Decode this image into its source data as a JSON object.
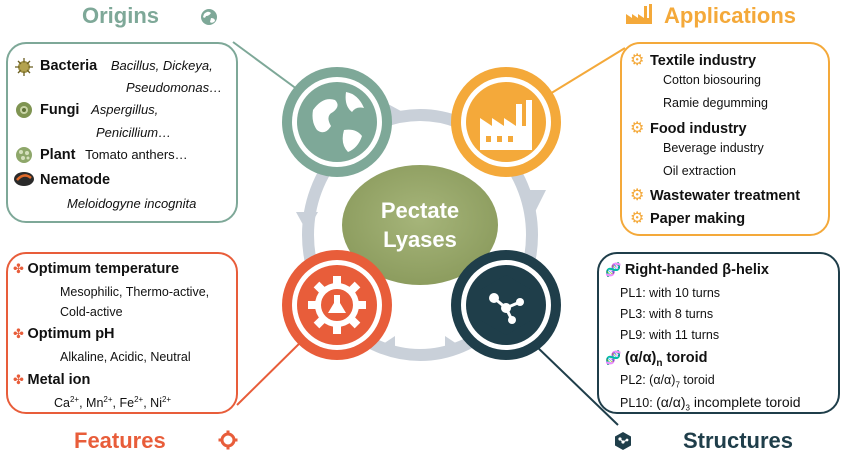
{
  "center": {
    "line1": "Pectate",
    "line2": "Lyases"
  },
  "colors": {
    "origins": "#7ea898",
    "applications": "#f4a93a",
    "features": "#e85d3a",
    "structures": "#1f3e4a"
  },
  "origins": {
    "title": "Origins",
    "items": [
      {
        "name": "Bacteria",
        "detail1": "Bacillus, Dickeya,",
        "detail2": "Pseudomonas…"
      },
      {
        "name": "Fungi",
        "detail1": "Aspergillus,",
        "detail2": "Penicillium…"
      },
      {
        "name": "Plant",
        "detail1": "Tomato anthers…"
      },
      {
        "name": "Nematode",
        "detail1": "Meloidogyne incognita"
      }
    ]
  },
  "applications": {
    "title": "Applications",
    "items": [
      {
        "name": "Textile  industry",
        "subs": [
          "Cotton biosouring",
          "Ramie degumming"
        ]
      },
      {
        "name": "Food industry",
        "subs": [
          "Beverage industry",
          "Oil extraction"
        ]
      },
      {
        "name": "Wastewater treatment",
        "subs": []
      },
      {
        "name": "Paper making",
        "subs": []
      }
    ]
  },
  "features": {
    "title": "Features",
    "items": [
      {
        "name": "Optimum temperature",
        "lines": [
          "Mesophilic, Thermo-active,",
          "Cold-active"
        ]
      },
      {
        "name": "Optimum pH",
        "lines": [
          "Alkaline,  Acidic, Neutral"
        ]
      },
      {
        "name": "Metal ion",
        "lines": []
      }
    ],
    "ions": [
      "Ca",
      "2+",
      ", Mn",
      "2+",
      ",  Fe",
      "2+",
      ", Ni",
      "2+"
    ]
  },
  "structures": {
    "title": "Structures",
    "helix": "Right-handed β-helix",
    "helix_items": [
      "PL1: with 10 turns",
      "PL3: with 8 turns",
      "PL9: with 11 turns"
    ],
    "toroid": [
      "(α/α)",
      "n",
      " toroid"
    ],
    "pl2": [
      "PL2: (α/α)",
      "7",
      " toroid"
    ],
    "pl10": [
      "PL10: ",
      "(α/α)",
      "3",
      " incomplete toroid"
    ]
  }
}
